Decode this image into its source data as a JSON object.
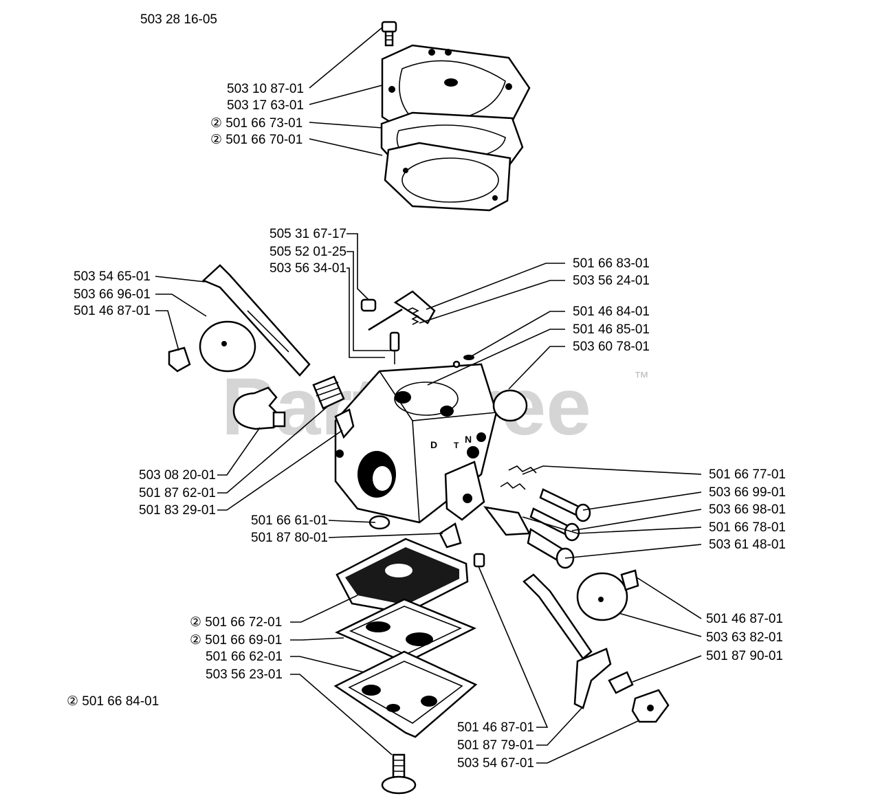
{
  "title": "503 28 16-05",
  "kit_note": "② 501 66 84-01",
  "watermark": "PartsTree",
  "trademark": "™",
  "labels": {
    "screw_top": "503 10 87-01",
    "cover_top": "503 17 63-01",
    "diaphragm_top": "② 501 66 73-01",
    "gasket_top": "② 501 66 70-01",
    "throttle_shaft_top": "505 31 67-17",
    "shaft_pin": "505 52 01-25",
    "needle": "503 56 34-01",
    "lever_a": "501 66 83-01",
    "spring_a": "503 56 24-01",
    "plug_a": "501 46 84-01",
    "plug_b": "501 46 85-01",
    "plug_cap": "503 60 78-01",
    "choke_shaft": "503 54 65-01",
    "choke_plate": "503 66 96-01",
    "screw_left": "501 46 87-01",
    "fitting": "503 08 20-01",
    "spring_left": "501 87 62-01",
    "detent": "501 83 29-01",
    "spring_b": "501 66 77-01",
    "needle_h": "503 66 99-01",
    "needle_l": "503 66 98-01",
    "spring_c": "501 66 78-01",
    "idle_screw": "503 61 48-01",
    "washer": "501 66 61-01",
    "lever_b": "501 87 80-01",
    "screw_right": "501 46 87-01",
    "throttle_plate": "503 63 82-01",
    "clip": "501 87 90-01",
    "pump_diaphragm": "② 501 66 72-01",
    "pump_gasket": "② 501 66 69-01",
    "screen": "501 66 62-01",
    "pump_cover": "503 56 23-01",
    "screw_bottom": "501 46 87-01",
    "lever_c": "501 87 79-01",
    "throttle_shaft": "503 54 67-01"
  }
}
